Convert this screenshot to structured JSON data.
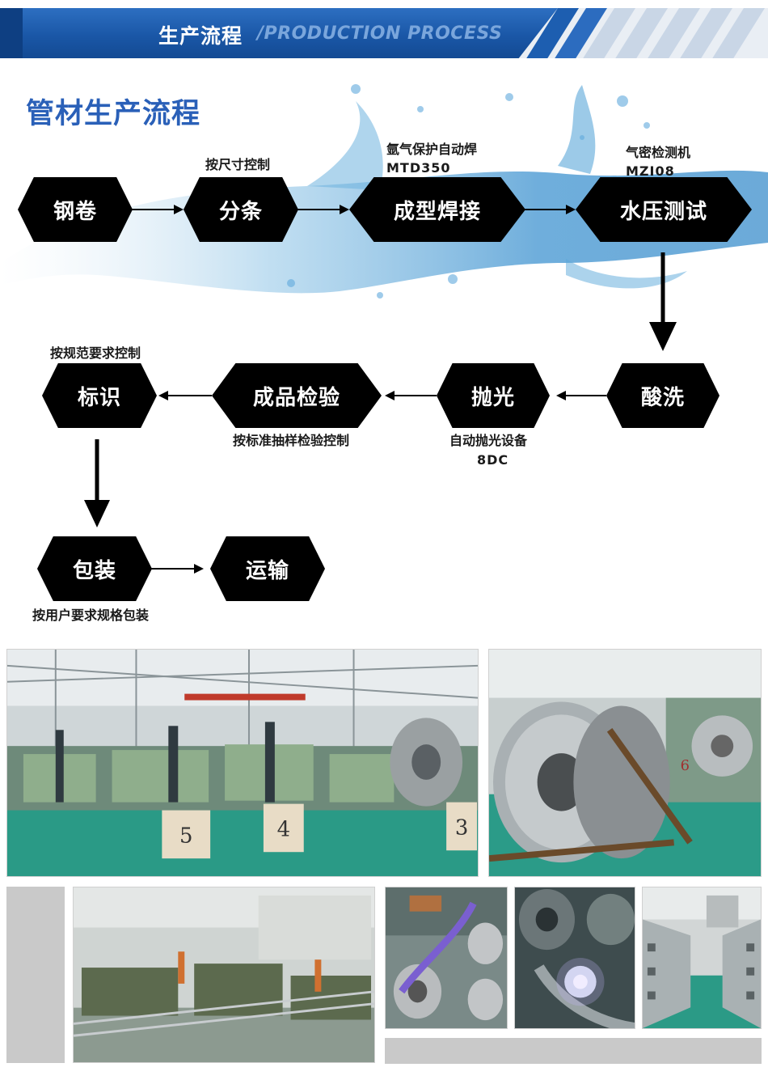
{
  "header": {
    "title": "生产流程",
    "subtitle": "/PRODUCTION PROCESS"
  },
  "section_title": "管材生产流程",
  "flow": {
    "nodes": {
      "steel_coil": "钢卷",
      "slitting": "分条",
      "forming_welding": "成型焊接",
      "hydro_test": "水压测试",
      "pickling": "酸洗",
      "polishing": "抛光",
      "inspection": "成品检验",
      "marking": "标识",
      "packing": "包装",
      "transport": "运输"
    },
    "notes": {
      "slitting": "按尺寸控制",
      "forming_welding": "氩气保护自动焊",
      "forming_welding_code": "MTD350",
      "hydro_test": "气密检测机",
      "hydro_test_code": "MZI08",
      "marking": "按规范要求控制",
      "inspection": "按标准抽样检验控制",
      "polishing": "自动抛光设备",
      "polishing_code": "8DC",
      "packing": "按用户要求规格包装"
    }
  },
  "photo_labels": {
    "machine_5": "5",
    "machine_4": "4",
    "machine_3": "3",
    "machine_6": "6"
  },
  "colors": {
    "banner_blue": "#1a57a7",
    "section_title": "#2a60b8",
    "node_fill": "#000000",
    "floor_green": "#2a9a86"
  }
}
